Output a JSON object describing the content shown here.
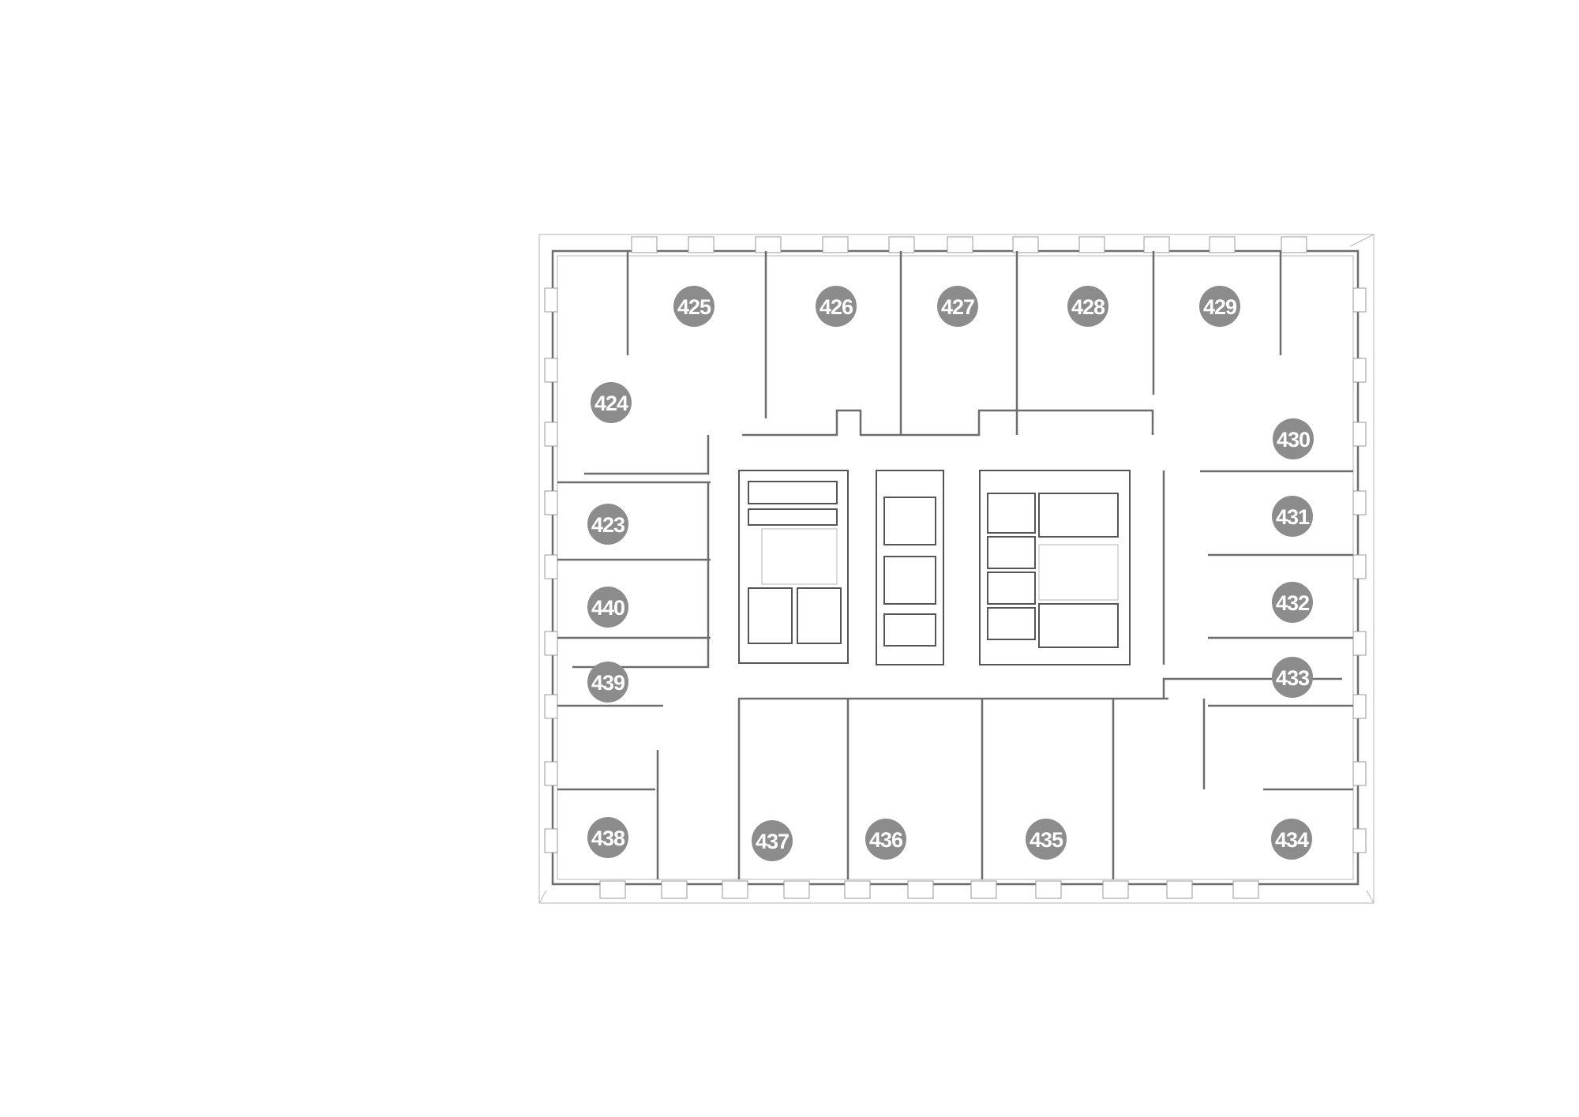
{
  "floor_plan": {
    "units": [
      {
        "number": "425"
      },
      {
        "number": "426"
      },
      {
        "number": "427"
      },
      {
        "number": "428"
      },
      {
        "number": "429"
      },
      {
        "number": "424"
      },
      {
        "number": "430"
      },
      {
        "number": "423"
      },
      {
        "number": "431"
      },
      {
        "number": "440"
      },
      {
        "number": "432"
      },
      {
        "number": "439"
      },
      {
        "number": "433"
      },
      {
        "number": "438"
      },
      {
        "number": "437"
      },
      {
        "number": "436"
      },
      {
        "number": "435"
      },
      {
        "number": "434"
      }
    ],
    "badge_color": "#8c8c8c",
    "label_color": "#ffffff"
  }
}
